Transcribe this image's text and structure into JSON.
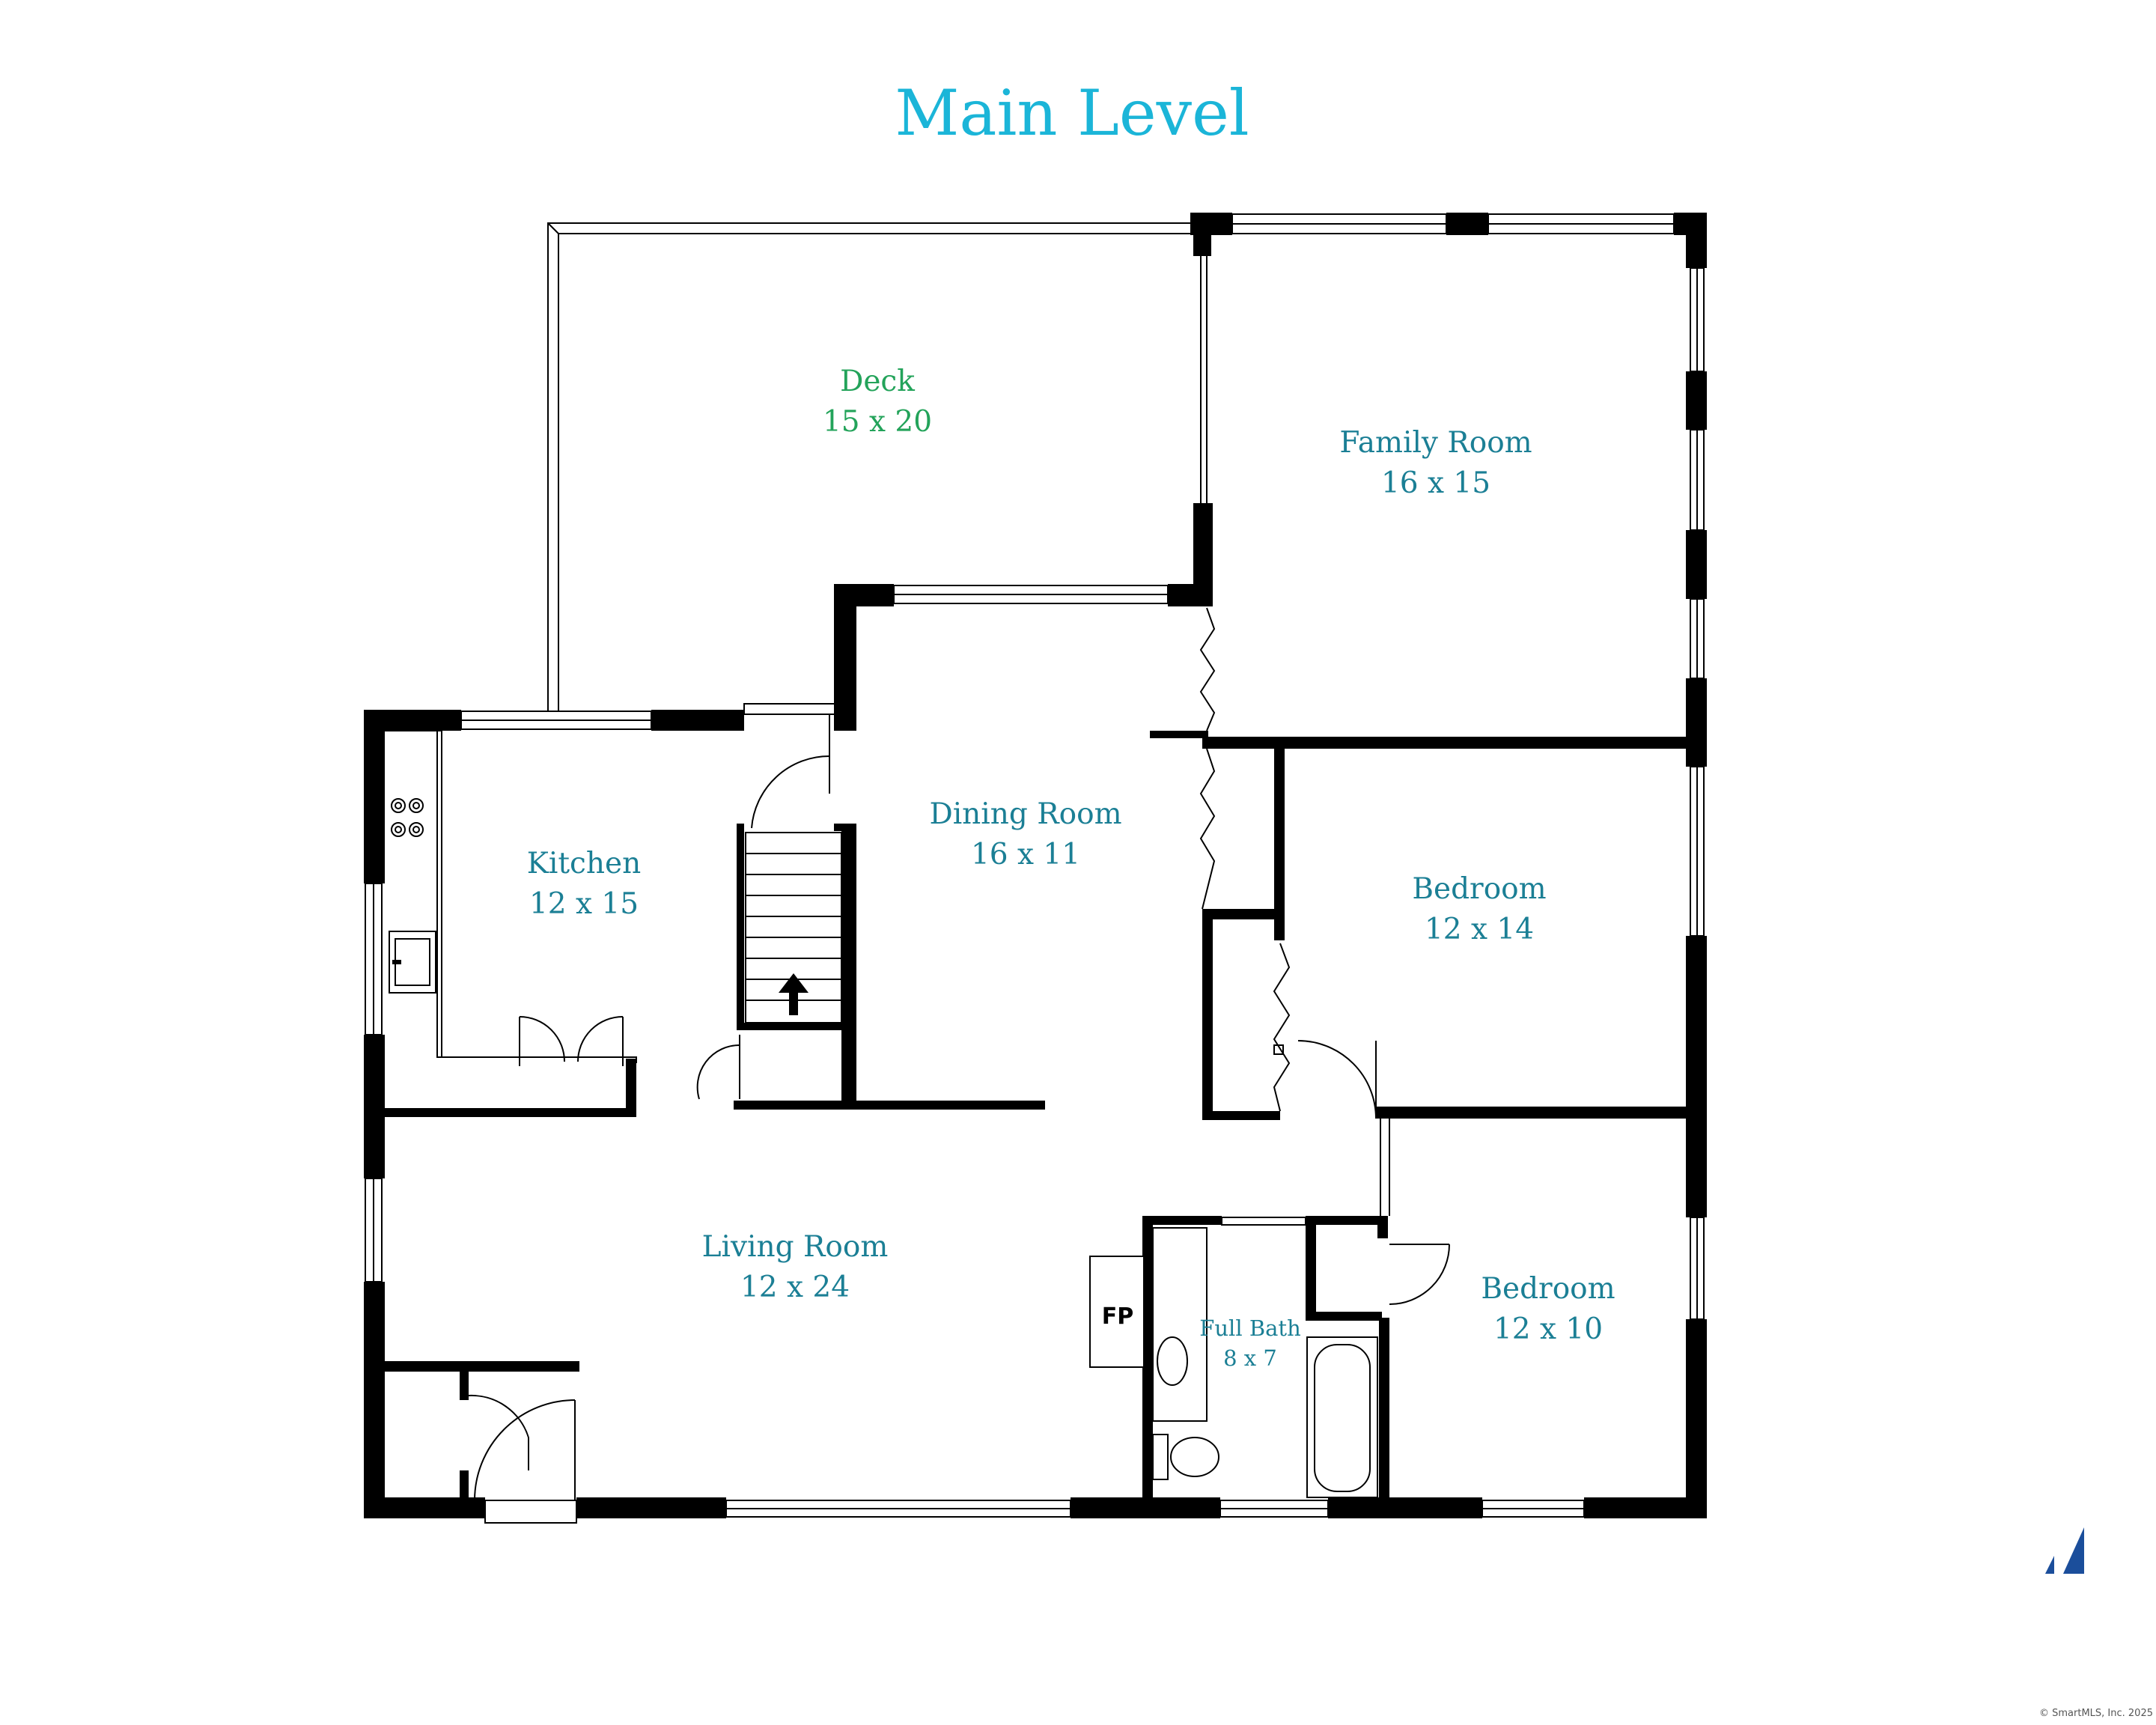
{
  "title": "Main Level",
  "colors": {
    "title": "#1BB5D8",
    "room_text": "#1B7F95",
    "deck_text": "#23A35A",
    "wall": "#000000",
    "logo": "#1B4E9B"
  },
  "rooms": {
    "deck": {
      "name": "Deck",
      "dims": "15 x 20"
    },
    "family_room": {
      "name": "Family Room",
      "dims": "16 x 15"
    },
    "kitchen": {
      "name": "Kitchen",
      "dims": "12 x 15"
    },
    "dining_room": {
      "name": "Dining Room",
      "dims": "16 x 11"
    },
    "bedroom_1": {
      "name": "Bedroom",
      "dims": "12 x 14"
    },
    "living_room": {
      "name": "Living Room",
      "dims": "12 x 24"
    },
    "full_bath": {
      "name": "Full Bath",
      "dims": "8 x 7"
    },
    "bedroom_2": {
      "name": "Bedroom",
      "dims": "12 x 10"
    }
  },
  "fireplace_label": "FP",
  "copyright": "© SmartMLS, Inc. 2025"
}
